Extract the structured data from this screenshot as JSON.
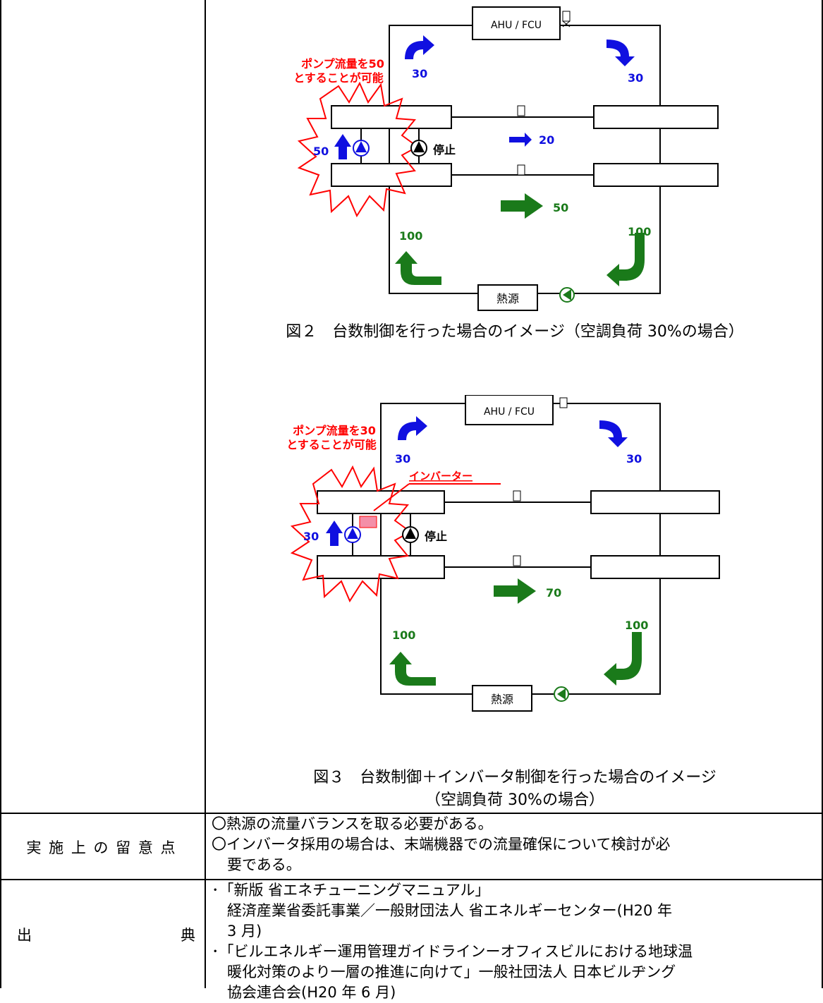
{
  "figure2": {
    "box_ahu": "AHU / FCU",
    "box_heat": "熱源",
    "flows": {
      "top_left": "30",
      "top_right": "30",
      "mid": "20",
      "mid2": "50",
      "pump": "50",
      "bottom_left": "100",
      "bottom_right": "100"
    },
    "callout_line1": "ポンプ流量を50",
    "callout_line2": "とすることが可能",
    "stop": "停止",
    "caption": "図２　台数制御を行った場合のイメージ（空調負荷 30%の場合）"
  },
  "figure3": {
    "box_ahu": "AHU / FCU",
    "box_heat": "熱源",
    "flows": {
      "top_left": "30",
      "top_right": "30",
      "mid2": "70",
      "pump": "30",
      "bottom_left": "100",
      "bottom_right": "100"
    },
    "callout_line1": "ポンプ流量を30",
    "callout_line2": "とすることが可能",
    "inverter": "インバーター",
    "stop": "停止",
    "caption_line1": "図３　台数制御＋インバータ制御を行った場合のイメージ",
    "caption_line2": "（空調負荷 30%の場合）"
  },
  "notes": {
    "label": "実 施 上 の 留 意 点",
    "lines": [
      "〇熱源の流量バランスを取る必要がある。",
      "〇インバータ採用の場合は、末端機器での流量確保について検討が必",
      "要である。"
    ]
  },
  "source": {
    "label_left": "出",
    "label_right": "典",
    "lines": [
      "･「新版 省エネチューニングマニュアル」",
      "経済産業省委託事業／一般財団法人 省エネルギーセンター(H20 年",
      "3 月)",
      "･「ビルエネルギー運用管理ガイドラインーオフィスビルにおける地球温",
      "暖化対策のより一層の推進に向けて」一般社団法人 日本ビルヂング",
      "協会連合会(H20 年 6 月)"
    ]
  },
  "colors": {
    "blue": "#1010e0",
    "green": "#1a7a1a",
    "red": "#ff0000",
    "pink": "#f48fa8"
  }
}
